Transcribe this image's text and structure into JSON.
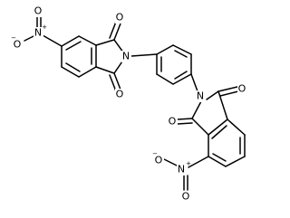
{
  "molecule": {
    "atoms": {
      "o_nitro_top_minus": "O",
      "o_nitro_top_minus_charge": "−",
      "n_nitro_top": "N",
      "n_nitro_top_charge": "+",
      "o_nitro_top_double": "O",
      "o_carbonyl_1": "O",
      "n_imide_top": "N",
      "o_carbonyl_2": "O",
      "n_imide_bottom": "N",
      "o_carbonyl_3": "O",
      "o_carbonyl_4": "O",
      "o_nitro_bottom_minus": "O",
      "o_nitro_bottom_minus_charge": "−",
      "n_nitro_bottom": "N",
      "n_nitro_bottom_charge": "+",
      "o_nitro_bottom_double": "O"
    },
    "colors": {
      "bond": "#000000",
      "label": "#000000",
      "background": "#ffffff"
    }
  }
}
